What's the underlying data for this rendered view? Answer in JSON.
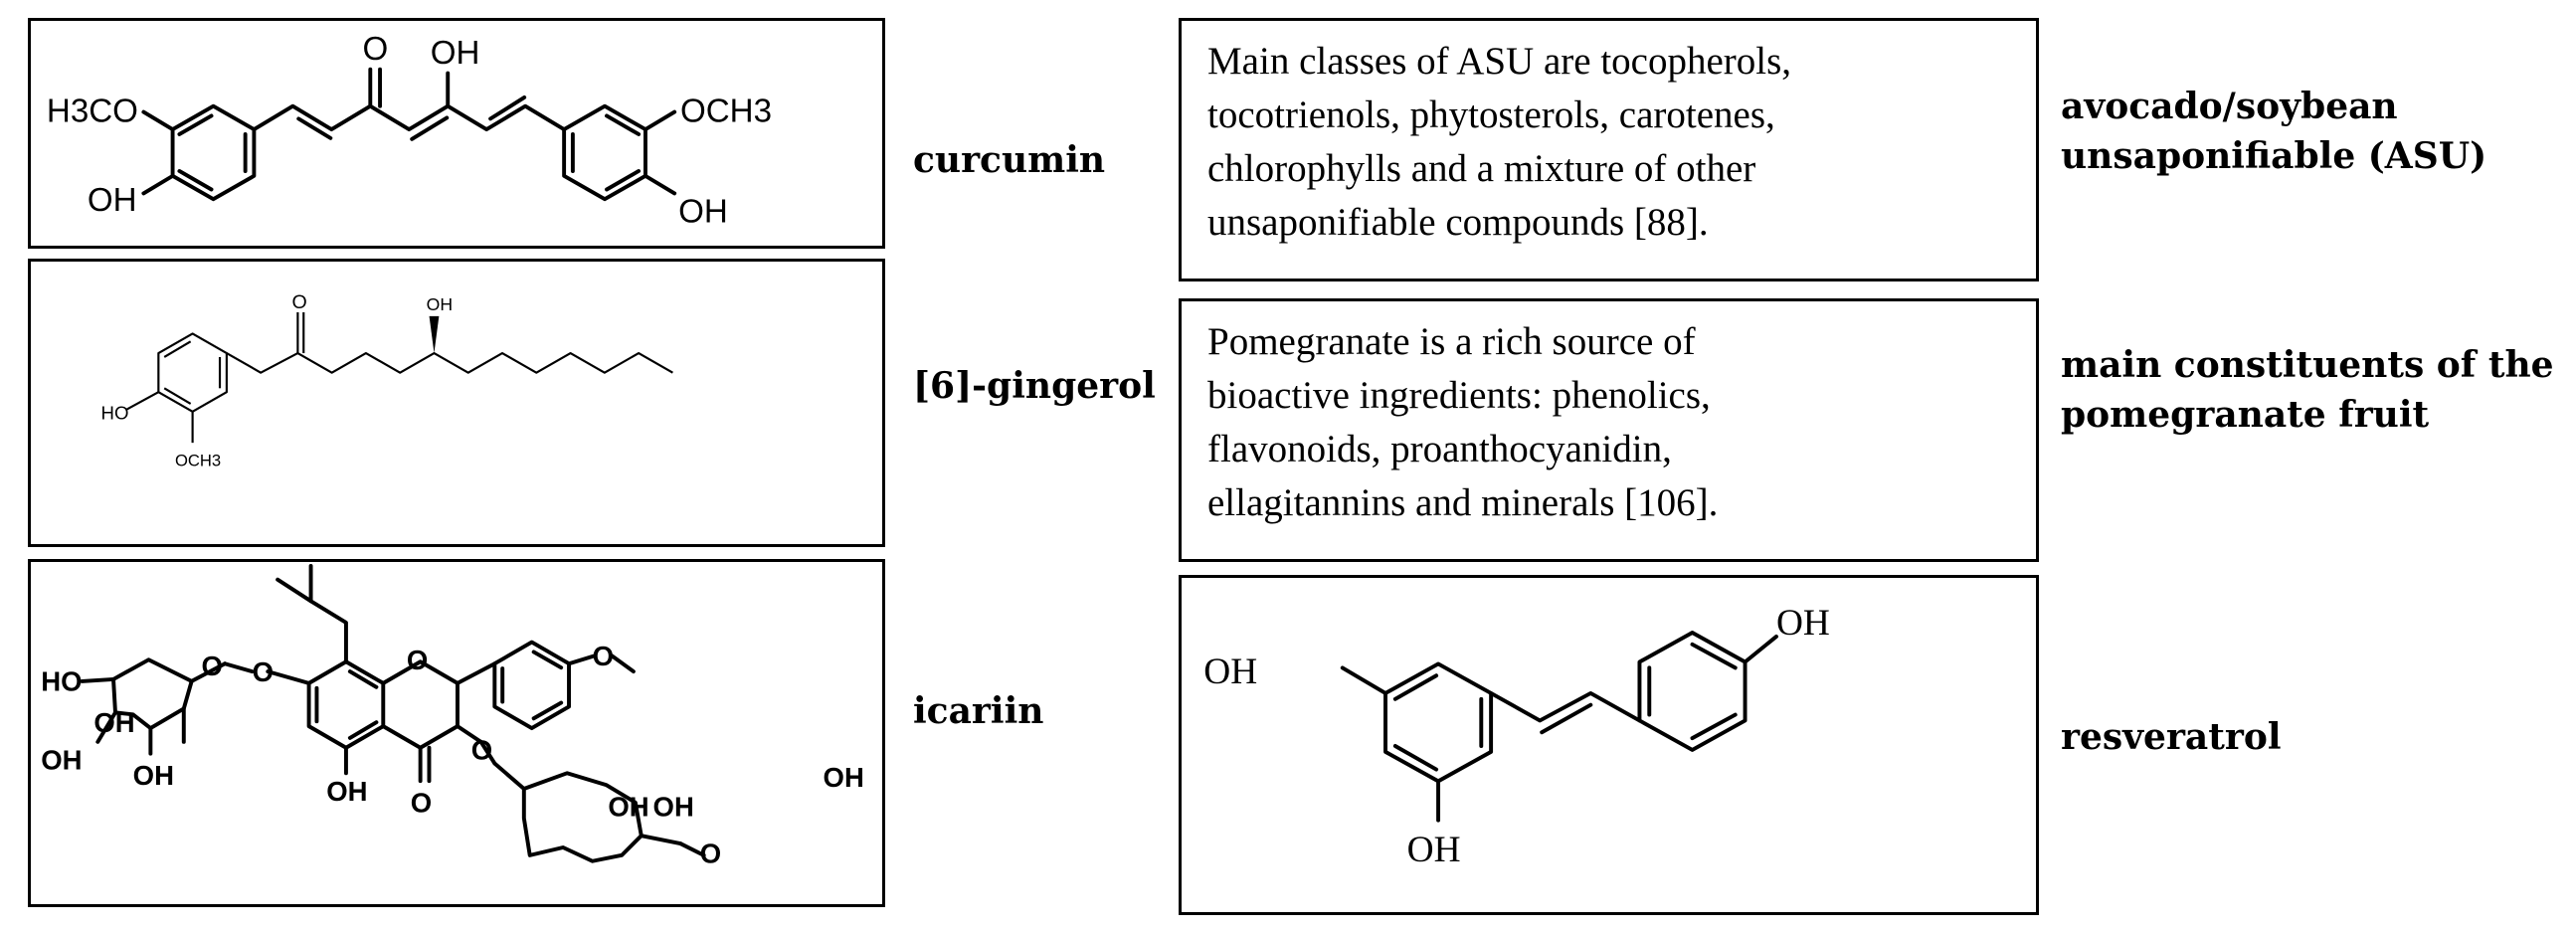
{
  "compounds": {
    "curcumin": {
      "name": "curcumin",
      "atoms": {
        "o_keto": "O",
        "oh_enol": "OH",
        "h3co_left": "H3CO",
        "och3_right": "OCH3",
        "oh_left": "OH",
        "oh_right": "OH"
      }
    },
    "gingerol": {
      "name": "[6]-gingerol",
      "atoms": {
        "o_keto": "O",
        "oh_chiral": "OH",
        "ho_ring": "HO",
        "och3_ring": "OCH3"
      }
    },
    "icariin": {
      "name": "icariin",
      "atoms": {
        "ho_ch2": "HO",
        "oh_glc_a": "OH",
        "oh_glc_b": "OH",
        "oh_glc_c": "OH",
        "o_glc_ring": "O",
        "o_glc_link": "O",
        "o_pyran": "O",
        "o_carbonyl": "O",
        "oh_c5": "OH",
        "o_ether": "O",
        "o_rha_link": "O",
        "oh_rha_a": "OH",
        "oh_rha_b": "OH",
        "oh_rha_c": "OH",
        "o_rha_ring": "O"
      }
    },
    "asu": {
      "name_lines": [
        "avocado/soybean",
        "unsaponifiable (ASU)"
      ],
      "description_lines": [
        "Main classes of ASU are tocopherols,",
        "tocotrienols, phytosterols, carotenes,",
        "chlorophylls and a mixture of other",
        "unsaponifiable compounds [88]."
      ]
    },
    "pomegranate": {
      "name_lines": [
        "main constituents of the",
        "pomegranate fruit"
      ],
      "description_lines": [
        "Pomegranate is a rich source of",
        "bioactive ingredients: phenolics,",
        "flavonoids, proanthocyanidin,",
        "ellagitannins and minerals [106]."
      ]
    },
    "resveratrol": {
      "name": "resveratrol",
      "atoms": {
        "oh_top": "OH",
        "oh_left": "OH",
        "oh_bottom": "OH"
      }
    }
  }
}
